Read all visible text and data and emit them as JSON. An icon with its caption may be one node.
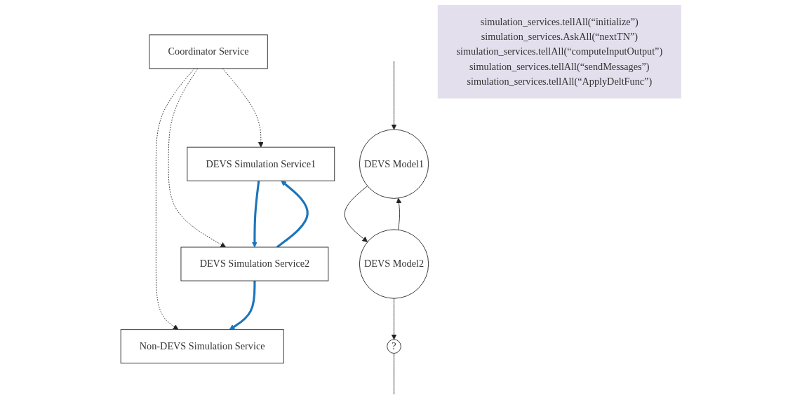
{
  "diagram": {
    "nodes": [
      {
        "text": [
          "Coordinator Service"
        ]
      },
      {
        "text": [
          "simulation_services.tellAll(“initialize”)",
          "simulation_services.AskAll(“nextTN”)",
          "simulation_services.tellAll(“computeInputOutput”)",
          "simulation_services.tellAll(“sendMessages”)",
          "simulation_services.tellAll(“ApplyDeltFunc”)"
        ]
      },
      {
        "text": [
          "DEVS Simulation Service1"
        ]
      },
      {
        "text": [
          "Non-DEVS Simulation Service"
        ]
      },
      {
        "text": [
          "DEVS Simulation Service2"
        ]
      },
      {
        "text": [
          "DEVS Model1"
        ]
      },
      {
        "text": [
          "?"
        ]
      },
      {
        "text": [
          "DEVS Model2"
        ]
      }
    ],
    "edges": [
      {
        "from": 0,
        "to": 2,
        "arrow": "to",
        "style": "dashed"
      },
      {
        "from": 0,
        "to": 4,
        "arrow": "to",
        "style": "dashed"
      },
      {
        "from": 0,
        "to": 3,
        "arrow": "to",
        "style": "dashed"
      },
      {
        "from": 2,
        "to": 4,
        "arrow": "to",
        "style": "thick",
        "color": "#1b75bb"
      },
      {
        "from": 4,
        "to": 2,
        "arrow": "to",
        "style": "thick",
        "color": "#1b75bb"
      },
      {
        "from": 4,
        "to": 3,
        "arrow": "to",
        "style": "thick",
        "color": "#1b75bb"
      },
      {
        "from": 5,
        "to": 7,
        "arrow": "to"
      },
      {
        "from": 7,
        "to": 5,
        "arrow": "to"
      },
      {
        "from": 7,
        "to": 6,
        "arrow": "to"
      },
      {
        "from": null,
        "to": 5,
        "arrow": "to"
      },
      {
        "from": 6,
        "to": null,
        "arrow": "none"
      }
    ]
  }
}
